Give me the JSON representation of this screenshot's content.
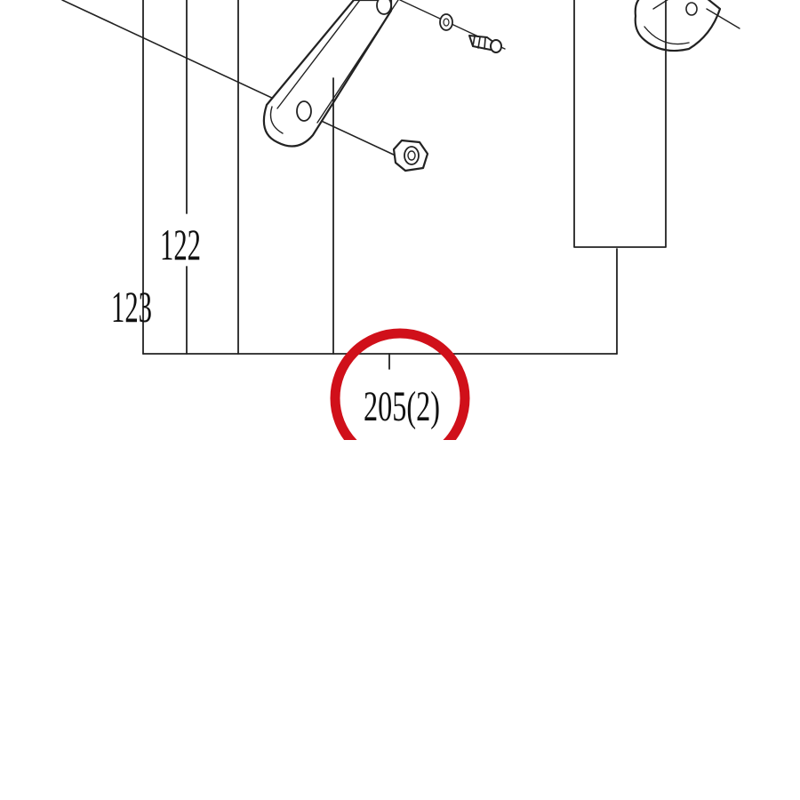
{
  "labels": {
    "part_122": "122",
    "part_123": "123",
    "part_205": "205(2)"
  },
  "colors": {
    "line": "#222222",
    "highlight": "#d0101a",
    "background": "#ffffff"
  }
}
